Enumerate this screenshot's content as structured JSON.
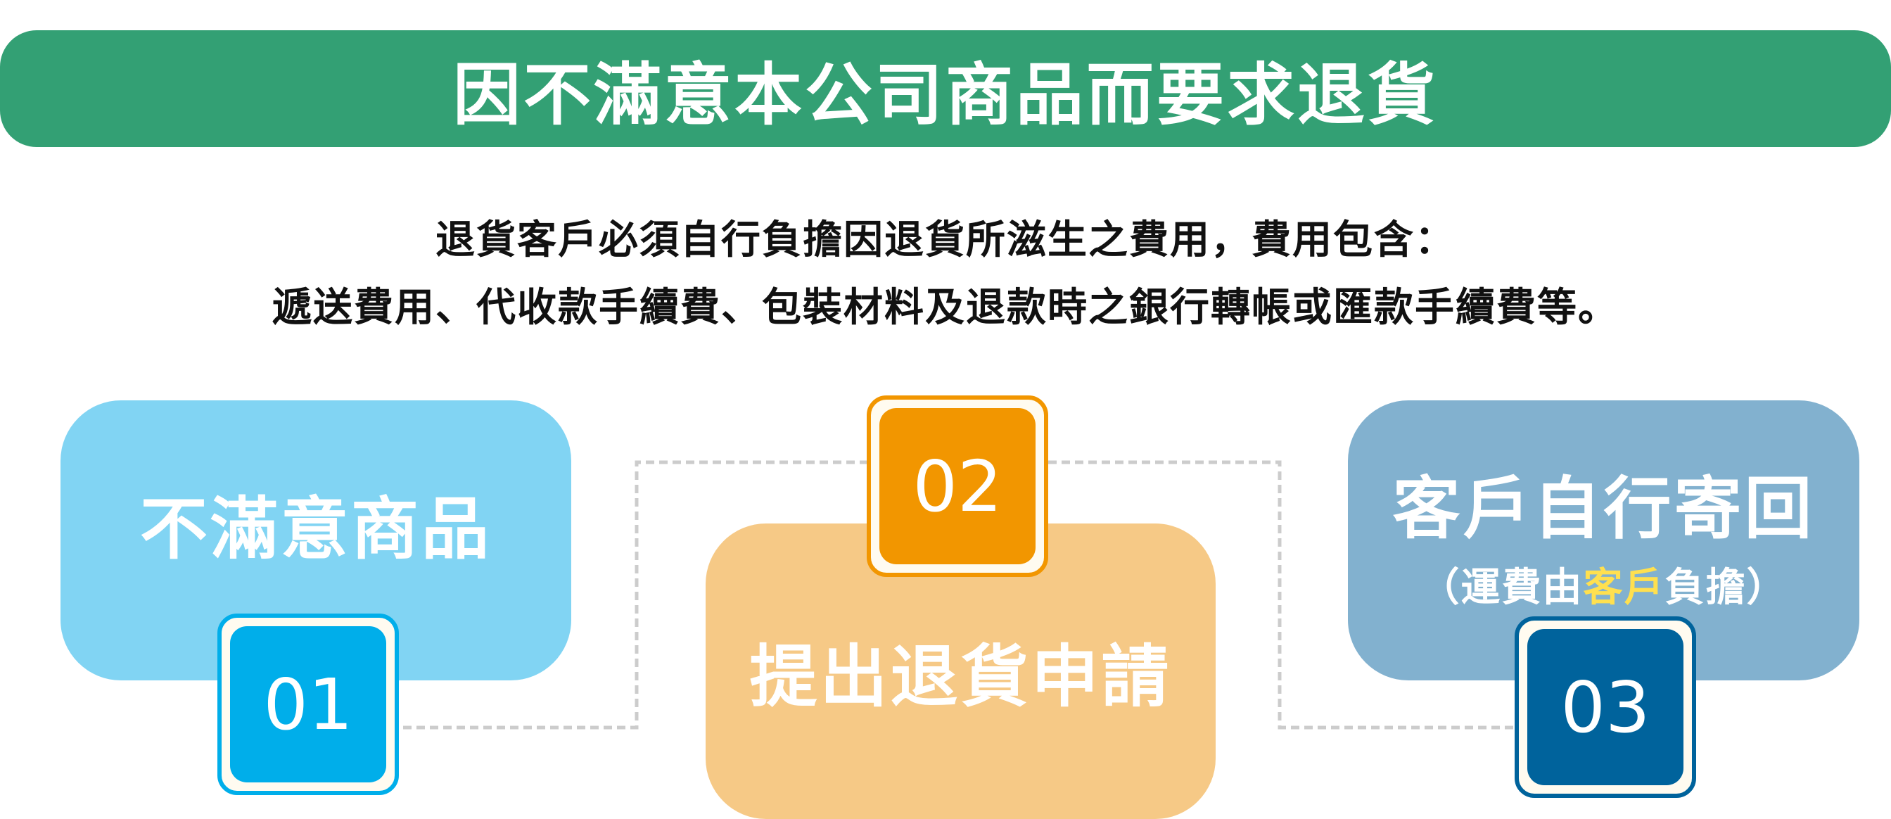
{
  "title": "因不滿意本公司商品而要求退貨",
  "description": {
    "line1": "退貨客戶必須自行負擔因退貨所滋生之費用，費用包含：",
    "line2": "遞送費用、代收款手續費、包裝材料及退款時之銀行轉帳或匯款手續費等。"
  },
  "steps": [
    {
      "number": "01",
      "title": "不滿意商品",
      "color": "#81d4f3",
      "badge_color": "#00aeea"
    },
    {
      "number": "02",
      "title": "提出退貨申請",
      "color": "#f6c986",
      "badge_color": "#f29600"
    },
    {
      "number": "03",
      "title": "客戶自行寄回",
      "subtitle": {
        "open": "（",
        "before": "運費由",
        "highlight": "客戶",
        "after": "負擔",
        "close": "）"
      },
      "color": "#82b1cf",
      "badge_color": "#00639c"
    }
  ],
  "colors": {
    "banner": "#33a074",
    "highlight": "#ffe04f",
    "connector": "#cccccc"
  }
}
